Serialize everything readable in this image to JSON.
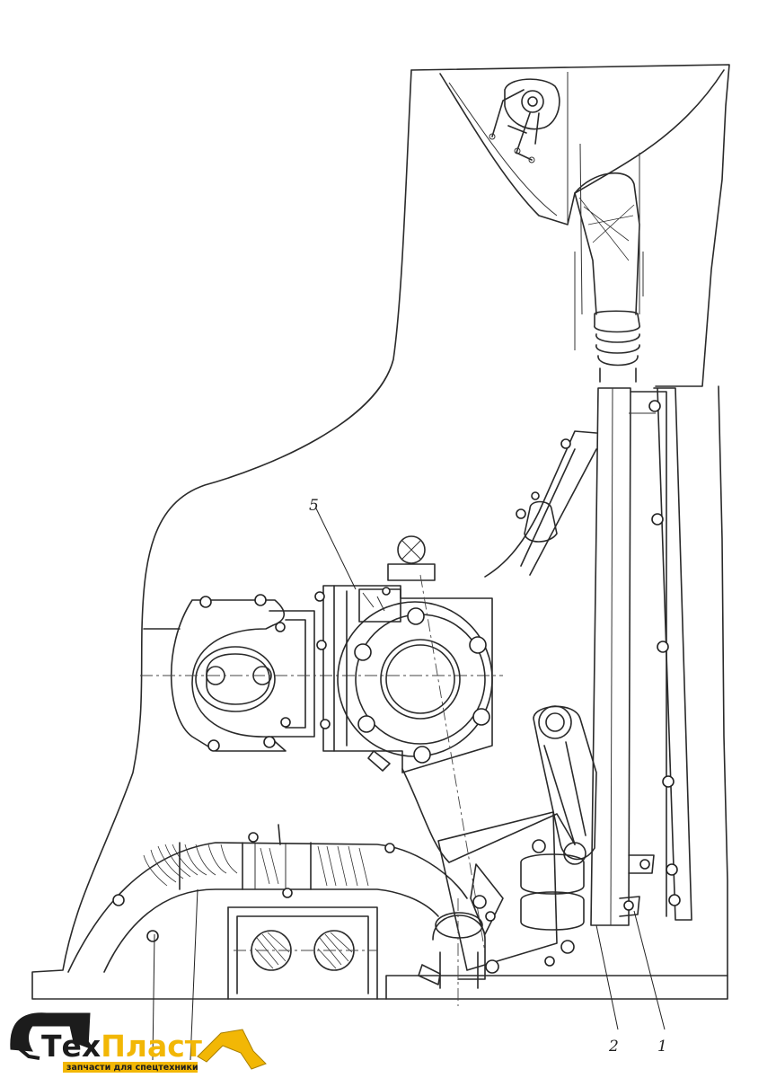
{
  "callouts": {
    "c1": "1",
    "c2": "2",
    "c5": "5"
  },
  "logo": {
    "part_a": "Тех",
    "part_b": "Пласт",
    "tagline": "запчасти для спецтехники",
    "colors": {
      "dark": "#1c1c1c",
      "accent": "#f2b705"
    }
  }
}
